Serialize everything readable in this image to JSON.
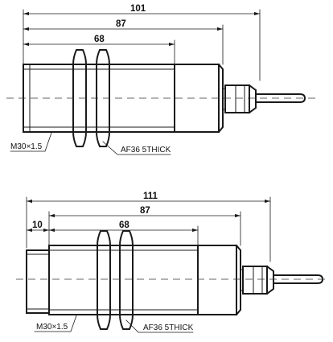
{
  "views": [
    {
      "dims": {
        "overall": "101",
        "body": "87",
        "thread": "68"
      },
      "notes": {
        "thread": "M30×1.5",
        "nut": "AF36 5THICK"
      }
    },
    {
      "dims": {
        "overall": "111",
        "body": "87",
        "thread": "68",
        "offset": "10"
      },
      "notes": {
        "thread": "M30×1.5",
        "nut": "AF36 5THICK"
      }
    }
  ]
}
